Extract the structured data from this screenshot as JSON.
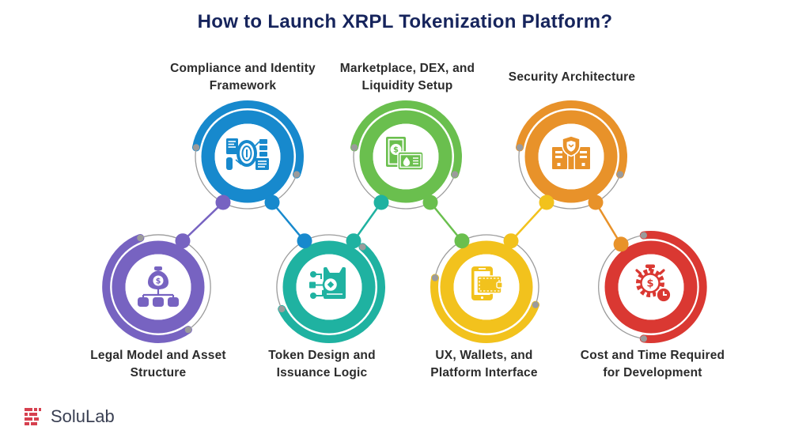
{
  "title": {
    "text": "How to Launch XRPL Tokenization Platform?",
    "color": "#16245c"
  },
  "nodes": [
    {
      "id": "compliance-identity",
      "lines": [
        "Compliance and Identity",
        "Framework"
      ],
      "color": "#1789cd",
      "icon": "fingerprint-documents-icon",
      "dot_left": "#7763c1",
      "dot_right": "#1789cd"
    },
    {
      "id": "marketplace-dex",
      "lines": [
        "Marketplace, DEX, and",
        "Liquidity Setup"
      ],
      "color": "#6abf4e",
      "icon": "banknote-card-icon",
      "dot_left": "#1fb2a1",
      "dot_right": "#6abf4e"
    },
    {
      "id": "security-architecture",
      "lines": [
        "Security Architecture"
      ],
      "color": "#e8922a",
      "icon": "buildings-shield-icon",
      "dot_left": "#f2c21d",
      "dot_right": "#e8922a"
    },
    {
      "id": "legal-asset",
      "lines": [
        "Legal Model and Asset",
        "Structure"
      ],
      "color": "#7763c1",
      "icon": "moneybag-hierarchy-icon",
      "dot_right": "#7763c1"
    },
    {
      "id": "token-design",
      "lines": [
        "Token Design and",
        "Issuance Logic"
      ],
      "color": "#1fb2a1",
      "icon": "document-circuit-icon",
      "dot_left": "#1789cd",
      "dot_right": "#1fb2a1"
    },
    {
      "id": "ux-wallets",
      "lines": [
        "UX, Wallets, and",
        "Platform Interface"
      ],
      "color": "#f2c21d",
      "icon": "phone-wallet-icon",
      "dot_left": "#6abf4e",
      "dot_right": "#f2c21d"
    },
    {
      "id": "cost-time",
      "lines": [
        "Cost and Time Required",
        "for Development"
      ],
      "color": "#da3832",
      "icon": "gear-dollar-clock-icon",
      "dot_left": "#e8922a"
    }
  ],
  "connections": [
    {
      "from": "compliance-identity",
      "to": "legal-asset",
      "color": "#7763c1"
    },
    {
      "from": "compliance-identity",
      "to": "token-design",
      "color": "#1789cd"
    },
    {
      "from": "marketplace-dex",
      "to": "token-design",
      "color": "#1fb2a1"
    },
    {
      "from": "marketplace-dex",
      "to": "ux-wallets",
      "color": "#6abf4e"
    },
    {
      "from": "security-architecture",
      "to": "ux-wallets",
      "color": "#f2c21d"
    },
    {
      "from": "security-architecture",
      "to": "cost-time",
      "color": "#e8922a"
    }
  ],
  "glyphs": {
    "dollar": "$"
  },
  "logo": {
    "text": "SoluLab",
    "glyph_color": "#d6404f",
    "text_color": "#3a4053"
  },
  "ui_colors": {
    "background": "#ffffff",
    "label_text": "#2b2b2b",
    "connector_gray": "#9b9b9b"
  }
}
